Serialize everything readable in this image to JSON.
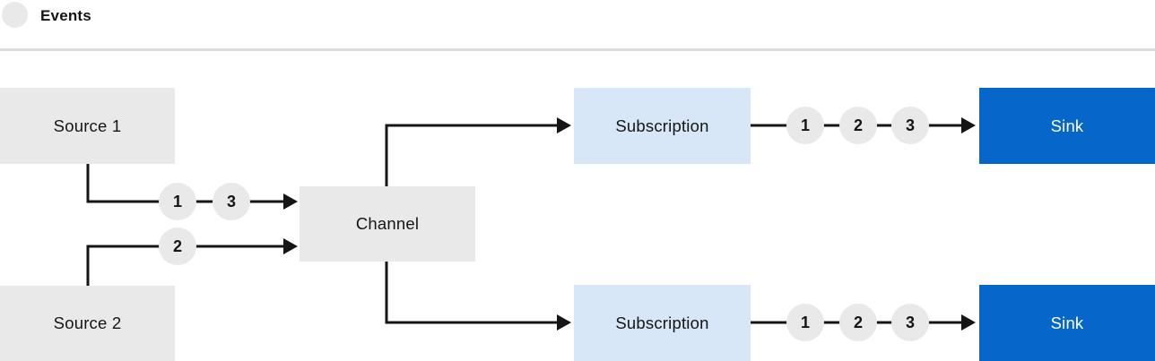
{
  "legend": {
    "label": "Events"
  },
  "colors": {
    "ink": "#151515",
    "box_gray": "#e9e9e9",
    "light_blue": "#d7e7f7",
    "blue": "#0666c9",
    "divider": "#dcdcdc",
    "white": "#ffffff"
  },
  "nodes": {
    "source1": {
      "label": "Source 1"
    },
    "source2": {
      "label": "Source 2"
    },
    "channel": {
      "label": "Channel"
    },
    "subscription_top": {
      "label": "Subscription"
    },
    "subscription_bottom": {
      "label": "Subscription"
    },
    "sink_top": {
      "label": "Sink"
    },
    "sink_bottom": {
      "label": "Sink"
    }
  },
  "events": {
    "source1_to_channel": [
      "1",
      "3"
    ],
    "source2_to_channel": [
      "2"
    ],
    "subscription_top_to_sink": [
      "1",
      "2",
      "3"
    ],
    "subscription_bottom_to_sink": [
      "1",
      "2",
      "3"
    ]
  }
}
